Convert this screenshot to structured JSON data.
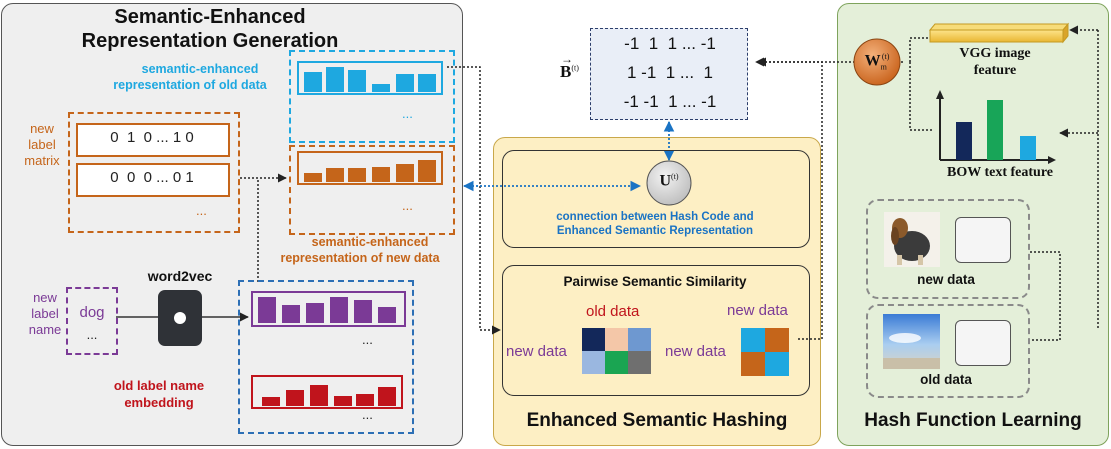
{
  "left_panel": {
    "title_line1": "Semantic-Enhanced",
    "title_line2": "Representation Generation",
    "old_sem_line1": "semantic-enhanced",
    "old_sem_line2": "representation of old data",
    "new_label_matrix": [
      "new",
      "label",
      "matrix"
    ],
    "matrix_row1": "0  1  0 ... 1 0",
    "matrix_row2": "0  0  0 ... 0 1",
    "new_sem_line1": "semantic-enhanced",
    "new_sem_line2": "representation of new data",
    "word2vec": "word2vec",
    "new_label_name": [
      "new",
      "label",
      "name"
    ],
    "dog": "dog",
    "old_label_line1": "old label name",
    "old_label_line2": "embedding",
    "ellipsis": "..."
  },
  "binary_matrix": {
    "label": "B",
    "sup": "(t)",
    "rows": [
      "-1  1  1 ... -1",
      "1 -1  1 ...  1",
      "-1 -1  1 ... -1"
    ]
  },
  "middle_panel": {
    "u_label": "U",
    "u_sup": "(t)",
    "connection_line1": "connection between Hash Code and",
    "connection_line2": "Enhanced Semantic Representation",
    "pairwise_title": "Pairwise Semantic Similarity",
    "old_data": "old data",
    "new_data_left": "new data",
    "new_data_top": "new data",
    "new_data_right": "new data",
    "panel_title": "Enhanced Semantic Hashing"
  },
  "right_panel": {
    "w_label": "W",
    "w_sub": "m",
    "w_sup": "(t)",
    "vgg_line1": "VGG image",
    "vgg_line2": "feature",
    "bow": "BOW text feature",
    "new_data": "new data",
    "old_data": "old data",
    "panel_title": "Hash Function Learning"
  },
  "colors": {
    "cyan": "#1ea8e0",
    "orange": "#c5651a",
    "purple": "#7b3a96",
    "red": "#c0141c",
    "blue_dash": "#2c6fb5",
    "navy": "#13285a",
    "green": "#18a558",
    "yellow": "#f2c94c"
  }
}
